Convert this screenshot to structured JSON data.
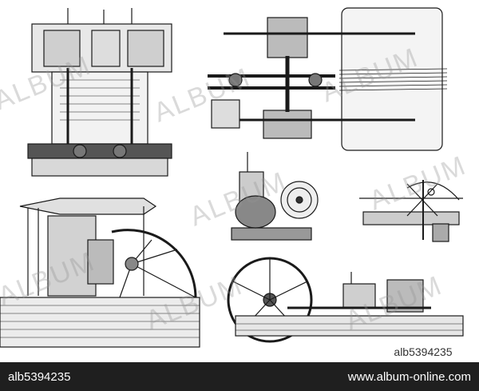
{
  "watermark": {
    "text": "ALBUM"
  },
  "stamp": {
    "id_text": "alb5394235"
  },
  "footer": {
    "id_text": "alb5394235",
    "site_text": "www.album-online.com",
    "bg_color": "#1f1f1f",
    "text_color": "#ffffff"
  },
  "illustration": {
    "ink_color": "#1a1a1a",
    "paper_color": "#ffffff",
    "subjects": [
      "vertical-engine",
      "horizontal-engine-plan",
      "small-engine-flywheel",
      "governor-detail",
      "beam-engine",
      "horizontal-engine-flywheel"
    ]
  }
}
